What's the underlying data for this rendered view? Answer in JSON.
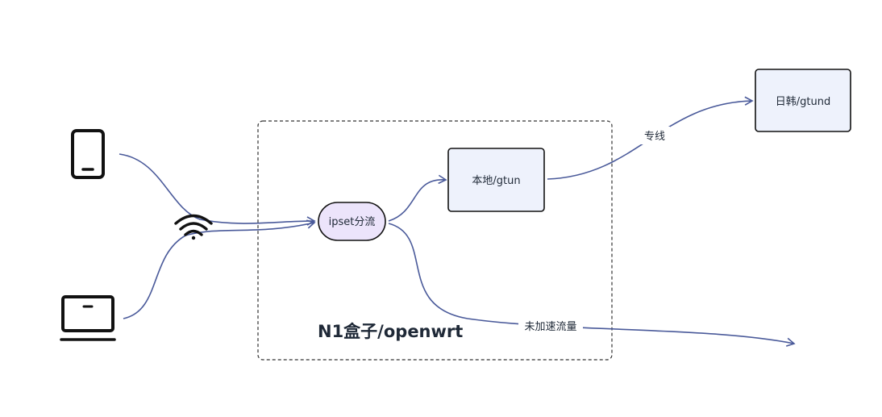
{
  "diagram": {
    "group": {
      "title": "N1盒子/openwrt"
    },
    "nodes": {
      "ipset": {
        "label": "ipset分流"
      },
      "local": {
        "label": "本地/gtun"
      },
      "jpkr": {
        "label": "日韩/gtund"
      }
    },
    "edges": {
      "dedicated": {
        "label": "专线"
      },
      "unaccelerated": {
        "label": "未加速流量"
      }
    },
    "icons": {
      "phone": "phone-icon",
      "wifi": "wifi-icon",
      "laptop": "laptop-icon"
    },
    "colors": {
      "edge": "#4a5a9a",
      "node_fill": "#eef2fc",
      "ipset_fill": "#ece4fb",
      "border": "#111111"
    }
  }
}
